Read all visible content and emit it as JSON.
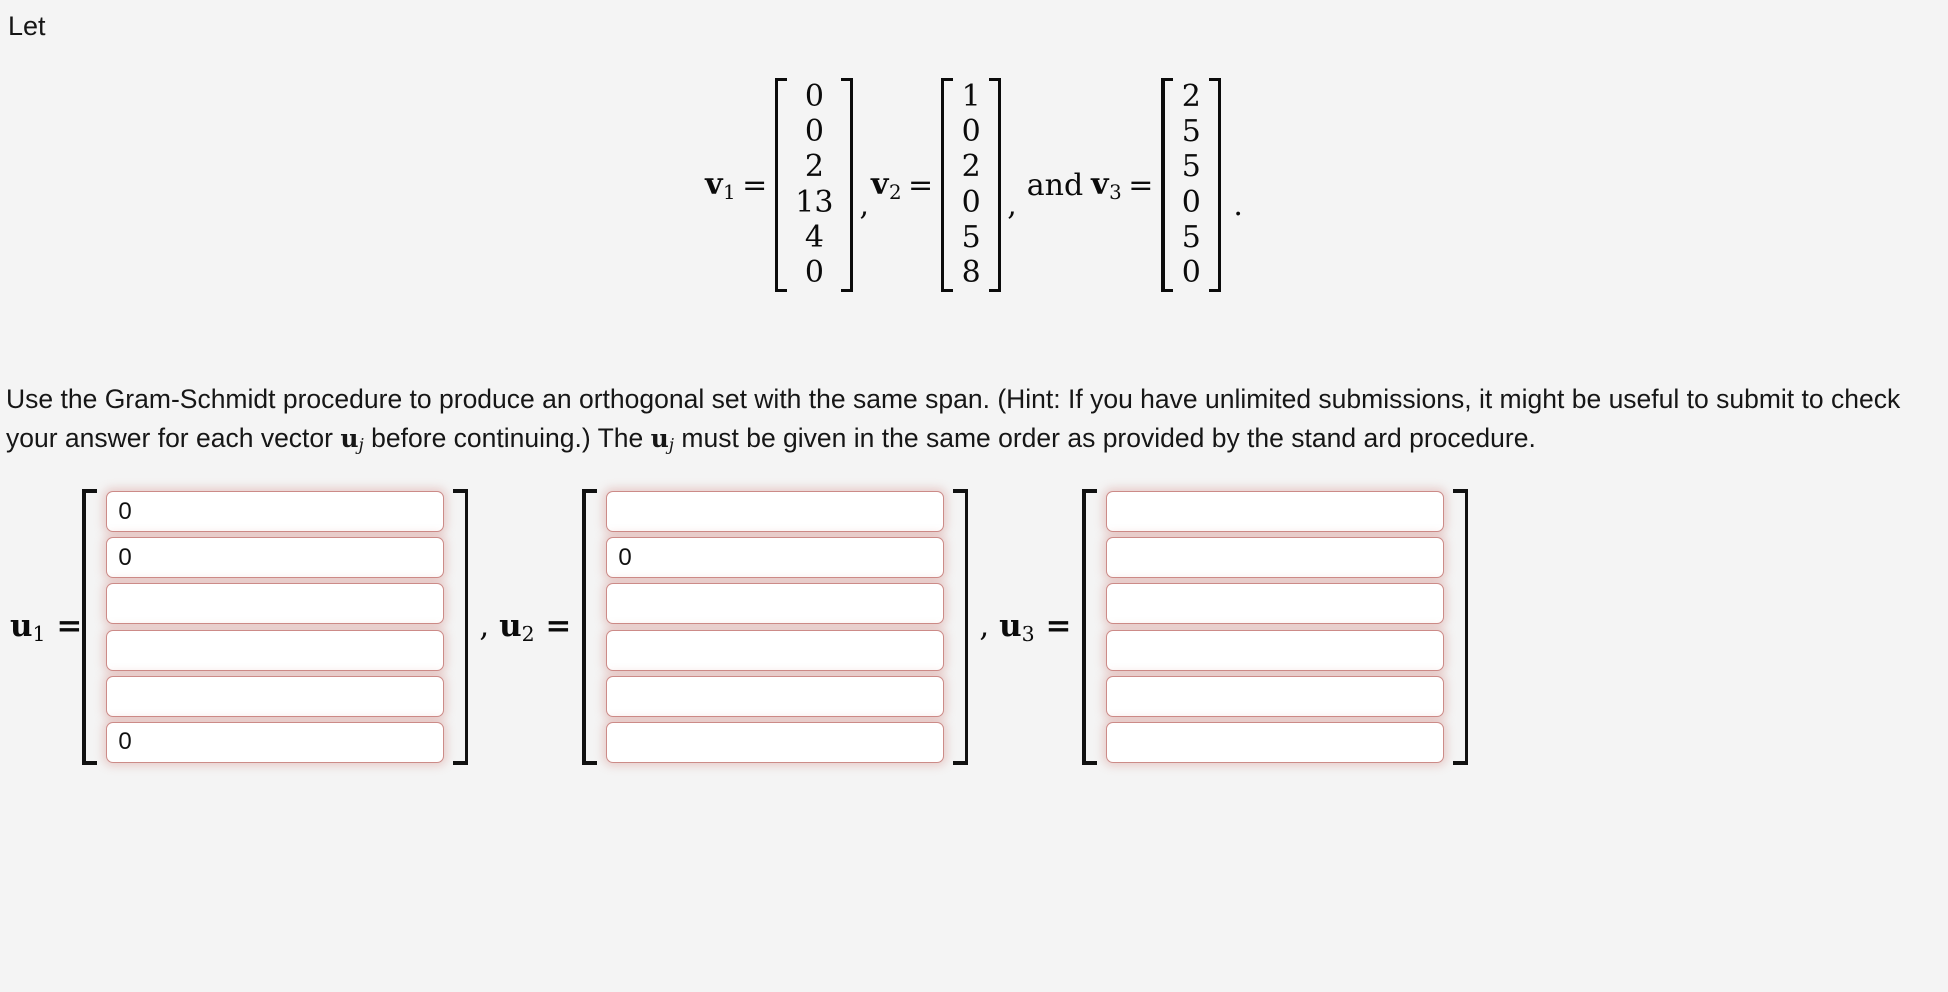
{
  "document": {
    "intro_word": "Let",
    "instruction_part_1": "Use the Gram-Schmidt procedure to produce an orthogonal set with the same span. (Hint: If you have unlimited submissions, it might be useful to submit to check your answer for each vector ",
    "instruction_part_2": " before continuing.) The ",
    "instruction_part_3": " must be given in the same order as provided by the stand ard procedure.",
    "math_var_u": "u",
    "math_var_u_sub": "j",
    "trailing_period": "."
  },
  "given_vectors": {
    "comma": ",",
    "and_label": "and",
    "equals": "=",
    "items": [
      {
        "label": "v",
        "subscript": "1",
        "entries": [
          "0",
          "0",
          "2",
          "13",
          "4",
          "0"
        ]
      },
      {
        "label": "v",
        "subscript": "2",
        "entries": [
          "1",
          "0",
          "2",
          "0",
          "5",
          "8"
        ]
      },
      {
        "label": "v",
        "subscript": "3",
        "entries": [
          "2",
          "5",
          "5",
          "0",
          "5",
          "0"
        ]
      }
    ]
  },
  "answer_vectors": {
    "separator": ",",
    "equals": "=",
    "items": [
      {
        "label": "u",
        "subscript": "1",
        "values": [
          "0",
          "0",
          "",
          "",
          "",
          "0"
        ],
        "placeholders": [
          "",
          "",
          "",
          "",
          "",
          ""
        ]
      },
      {
        "label": "u",
        "subscript": "2",
        "values": [
          "",
          "0",
          "",
          "",
          "",
          ""
        ],
        "placeholders": [
          "",
          "",
          "",
          "",
          "",
          ""
        ]
      },
      {
        "label": "u",
        "subscript": "3",
        "values": [
          "",
          "",
          "",
          "",
          "",
          ""
        ],
        "placeholders": [
          "",
          "",
          "",
          "",
          "",
          ""
        ]
      }
    ]
  },
  "colors": {
    "background": "#f4f4f4",
    "text": "#161616",
    "input_border": "#cc8b88",
    "input_glow": "rgba(208,128,124,0.34)",
    "bracket": "#111111"
  }
}
